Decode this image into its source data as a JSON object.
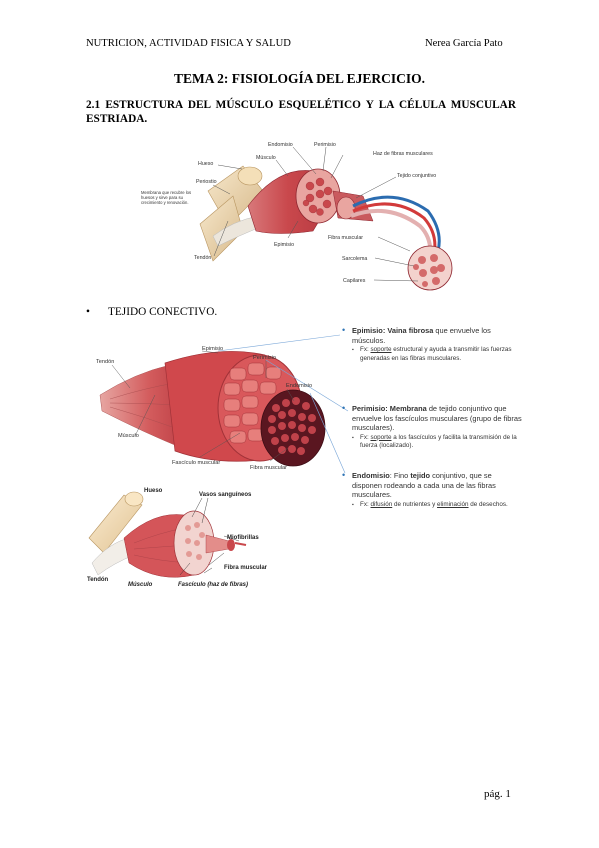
{
  "header": {
    "left": "NUTRICION, ACTIVIDAD FISICA Y SALUD",
    "right": "Nerea García Pato"
  },
  "title": "TEMA 2: FISIOLOGÍA DEL EJERCICIO.",
  "section": "2.1 ESTRUCTURA DEL MÚSCULO ESQUELÉTICO Y LA CÉLULA MUSCULAR ESTRIADA.",
  "figure1": {
    "labels": {
      "endomisio": "Endomisio",
      "perimisio": "Perimisio",
      "haz": "Haz de fibras musculares",
      "musculo": "Músculo",
      "hueso": "Hueso",
      "tejido": "Tejido conjuntivo",
      "periostio": "Periostio",
      "membrana": [
        "Membrana que recubre los",
        "huesos y sirve para su",
        "crecimiento y renovación."
      ],
      "epimisio": "Epimisio",
      "fibra": "Fibra muscular",
      "tendon": "Tendón",
      "sarcolema": "Sarcolema",
      "capilares": "Capilares"
    }
  },
  "bullet": {
    "symbol": "•",
    "text": "TEJIDO CONECTIVO."
  },
  "figure2": {
    "labels": {
      "epimisio": "Epimisio",
      "tendon": "Tendón",
      "perimisio": "Perimisio",
      "endomisio": "Endomisio",
      "musculo": "Músculo",
      "fasciculo": "Fascículo muscular",
      "fibra": "Fibra muscular"
    }
  },
  "figure3": {
    "labels": {
      "hueso": "Hueso",
      "vasos": "Vasos sanguíneos",
      "miofibrillas": "Miofibrillas",
      "fibra": "Fibra muscular",
      "tendon": "Tendón",
      "musculo": "Músculo",
      "fasciculo": "Fascículo (haz de fibras)"
    }
  },
  "notes": {
    "epimisio": {
      "term": "Epimisio",
      "bold2": "Vaina fibrosa",
      "rest": " que envuelve los músculos.",
      "sub_prefix": "Fx: ",
      "sub_u": "soporte",
      "sub_rest": " estructural y ayuda a transmitir las fuerzas generadas en las fibras musculares."
    },
    "perimisio": {
      "term": "Perimisio",
      "bold2": "Membrana",
      "rest": " de tejido conjuntivo que envuelve los fascículos musculares (grupo de fibras musculares).",
      "sub_prefix": "Fx: ",
      "sub_u": "soporte",
      "sub_rest": " a los fascículos y facilita la transmisión de la fuerza (localizado)."
    },
    "endomisio": {
      "term": "Endomisio",
      "pre": ": Fino ",
      "bold2": "tejido",
      "rest": " conjuntivo, que se disponen rodeando a cada una de las fibras musculares.",
      "sub_prefix": "Fx: ",
      "sub_u": "difusión",
      "sub_mid": " de nutrientes y ",
      "sub_u2": "eliminación",
      "sub_rest": " de desechos."
    }
  },
  "footer": {
    "page": "pág. 1"
  },
  "colors": {
    "muscle": "#c9484c",
    "muscle_dark": "#8f2730",
    "bone": "#f0d9b5",
    "accent_blue": "#2f74b5",
    "leader": "#7aa7d8"
  }
}
